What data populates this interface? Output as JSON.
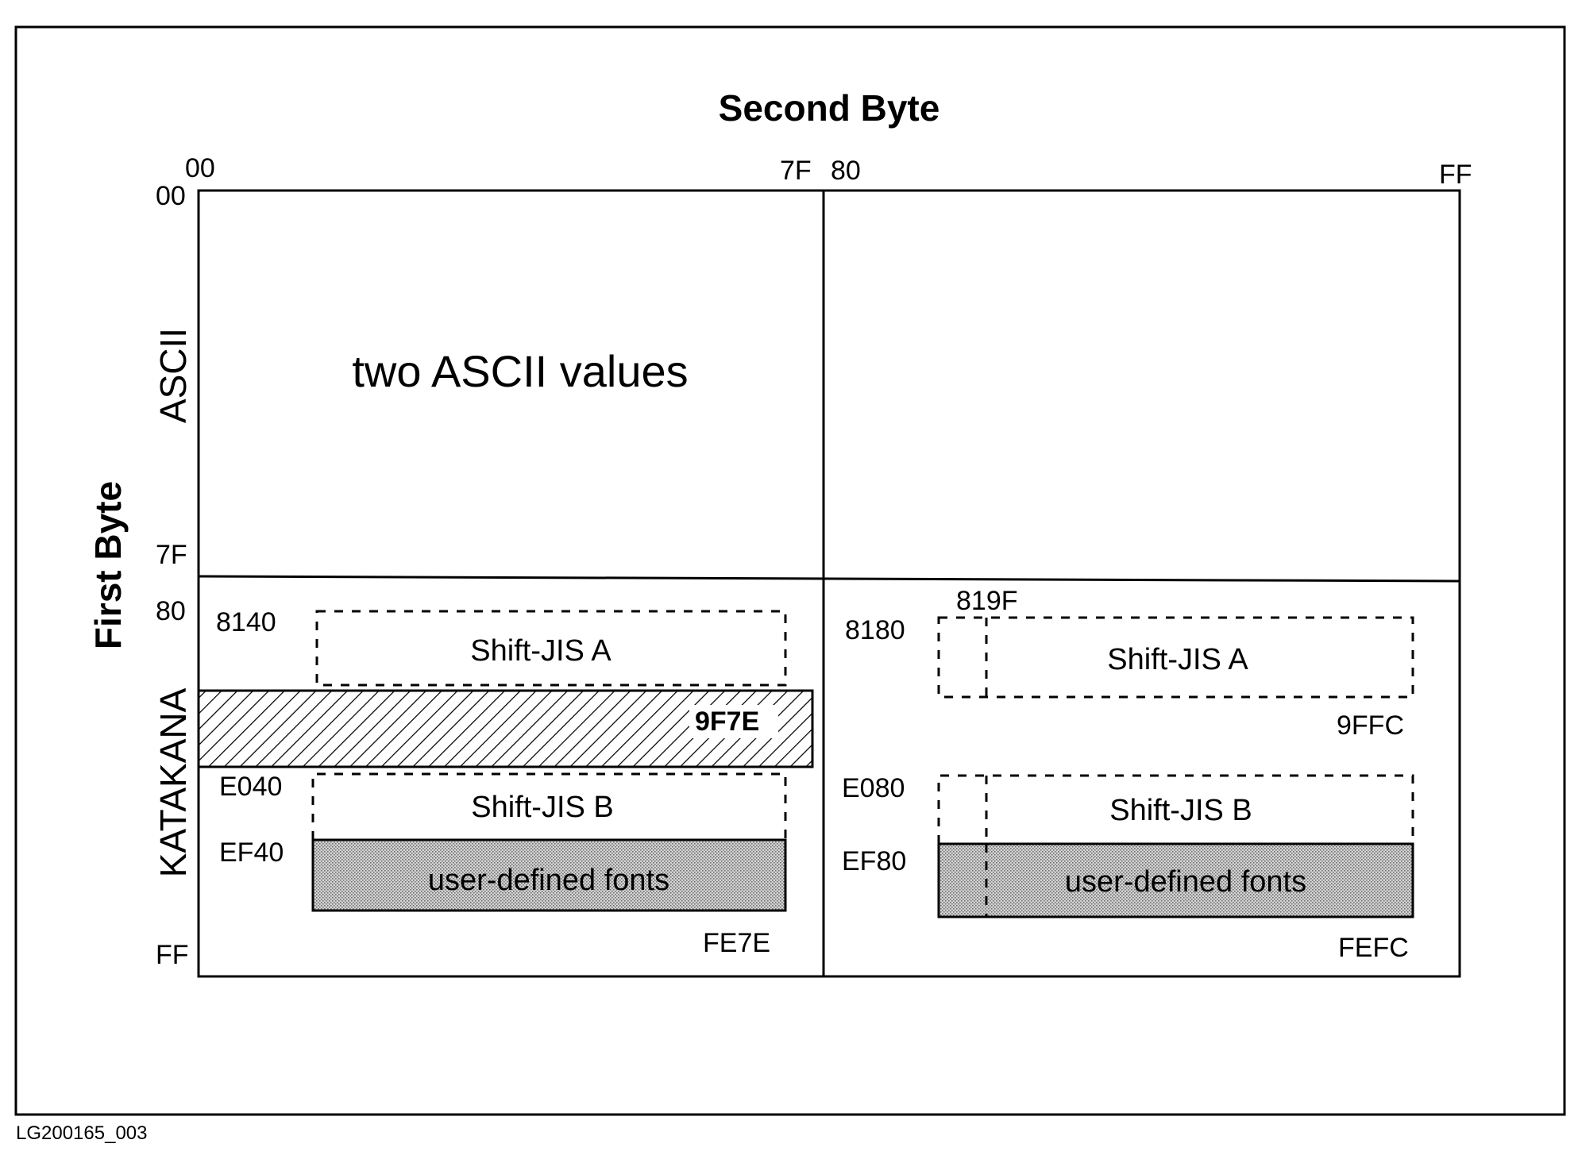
{
  "diagram": {
    "title": "Second Byte",
    "y_label": "First Byte",
    "second_byte_ticks": {
      "start_low": "00",
      "end_low": "7F",
      "start_high": "80",
      "end_high": "FF"
    },
    "first_byte_ticks": {
      "start": "00",
      "ascii_end": "7F",
      "kana_start": "80",
      "end": "FF"
    },
    "row_labels": {
      "ascii": "ASCII",
      "katakana": "KATAKANA"
    },
    "ascii_region_text": "two ASCII values",
    "left_regions": {
      "sjis_a_start": "8140",
      "sjis_a_label": "Shift-JIS A",
      "sjis_a_end": "9F7E",
      "sjis_b_start": "E040",
      "sjis_b_label": "Shift-JIS B",
      "udf_start": "EF40",
      "udf_label": "user-defined fonts",
      "udf_end": "FE7E"
    },
    "right_regions": {
      "sjis_a_start": "8180",
      "sjis_a_sub_start": "819F",
      "sjis_a_label": "Shift-JIS A",
      "sjis_a_end": "9FFC",
      "sjis_b_start": "E080",
      "sjis_b_label": "Shift-JIS B",
      "udf_start": "EF80",
      "udf_label": "user-defined fonts",
      "udf_end": "FEFC"
    }
  },
  "footer": {
    "figure_id": "LG200165_003"
  }
}
